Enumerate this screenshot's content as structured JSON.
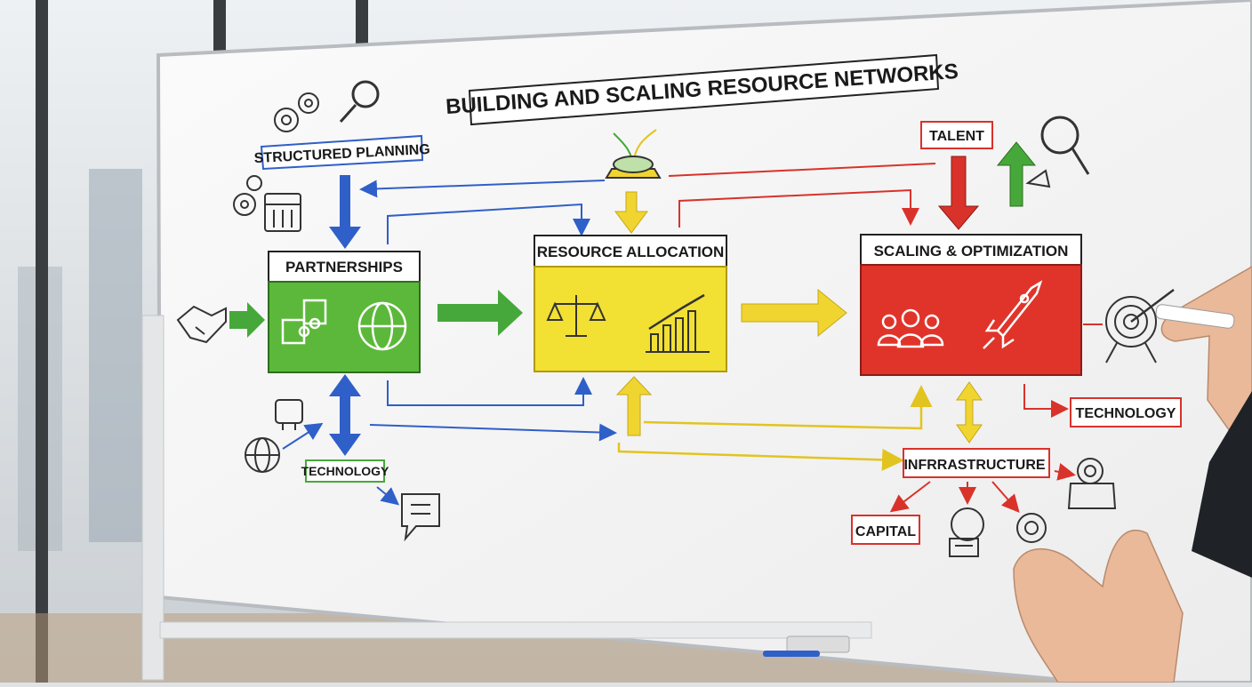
{
  "title": "BUILDING AND SCALING RESOURCE NETWORKS",
  "left": {
    "planning_label": "STRUCTURED PLANNING",
    "technology_label": "TECHNOLOGY"
  },
  "boxes": {
    "partnerships": {
      "label": "PARTNERSHIPS",
      "color": "#5cb83a"
    },
    "resource_allocation": {
      "label": "RESOURCE ALLOCATION",
      "color": "#f2e033"
    },
    "scaling": {
      "label": "SCALING & OPTIMIZATION",
      "color": "#e0342a"
    }
  },
  "right": {
    "talent_label": "TALENT",
    "technology_label": "TECHNOLOGY",
    "infrastructure_label": "INFRRASTRUCTURE",
    "capital_label": "CAPITAL"
  },
  "colors": {
    "blue": "#2f5fc8",
    "green": "#46a83a",
    "yellow": "#f0d530",
    "red": "#d9322a",
    "ink": "#2b2b2b"
  },
  "icons": [
    "gears-icon",
    "magnifier-icon",
    "calendar-icon",
    "handshake-icon",
    "puzzle-icon",
    "globe-icon",
    "plug-icon",
    "web-globe-icon",
    "chat-icon",
    "sprout-icon",
    "scales-icon",
    "bar-chart-icon",
    "people-icon",
    "rocket-icon",
    "target-icon",
    "camera-icon",
    "lightbulb-icon",
    "coin-icon"
  ]
}
